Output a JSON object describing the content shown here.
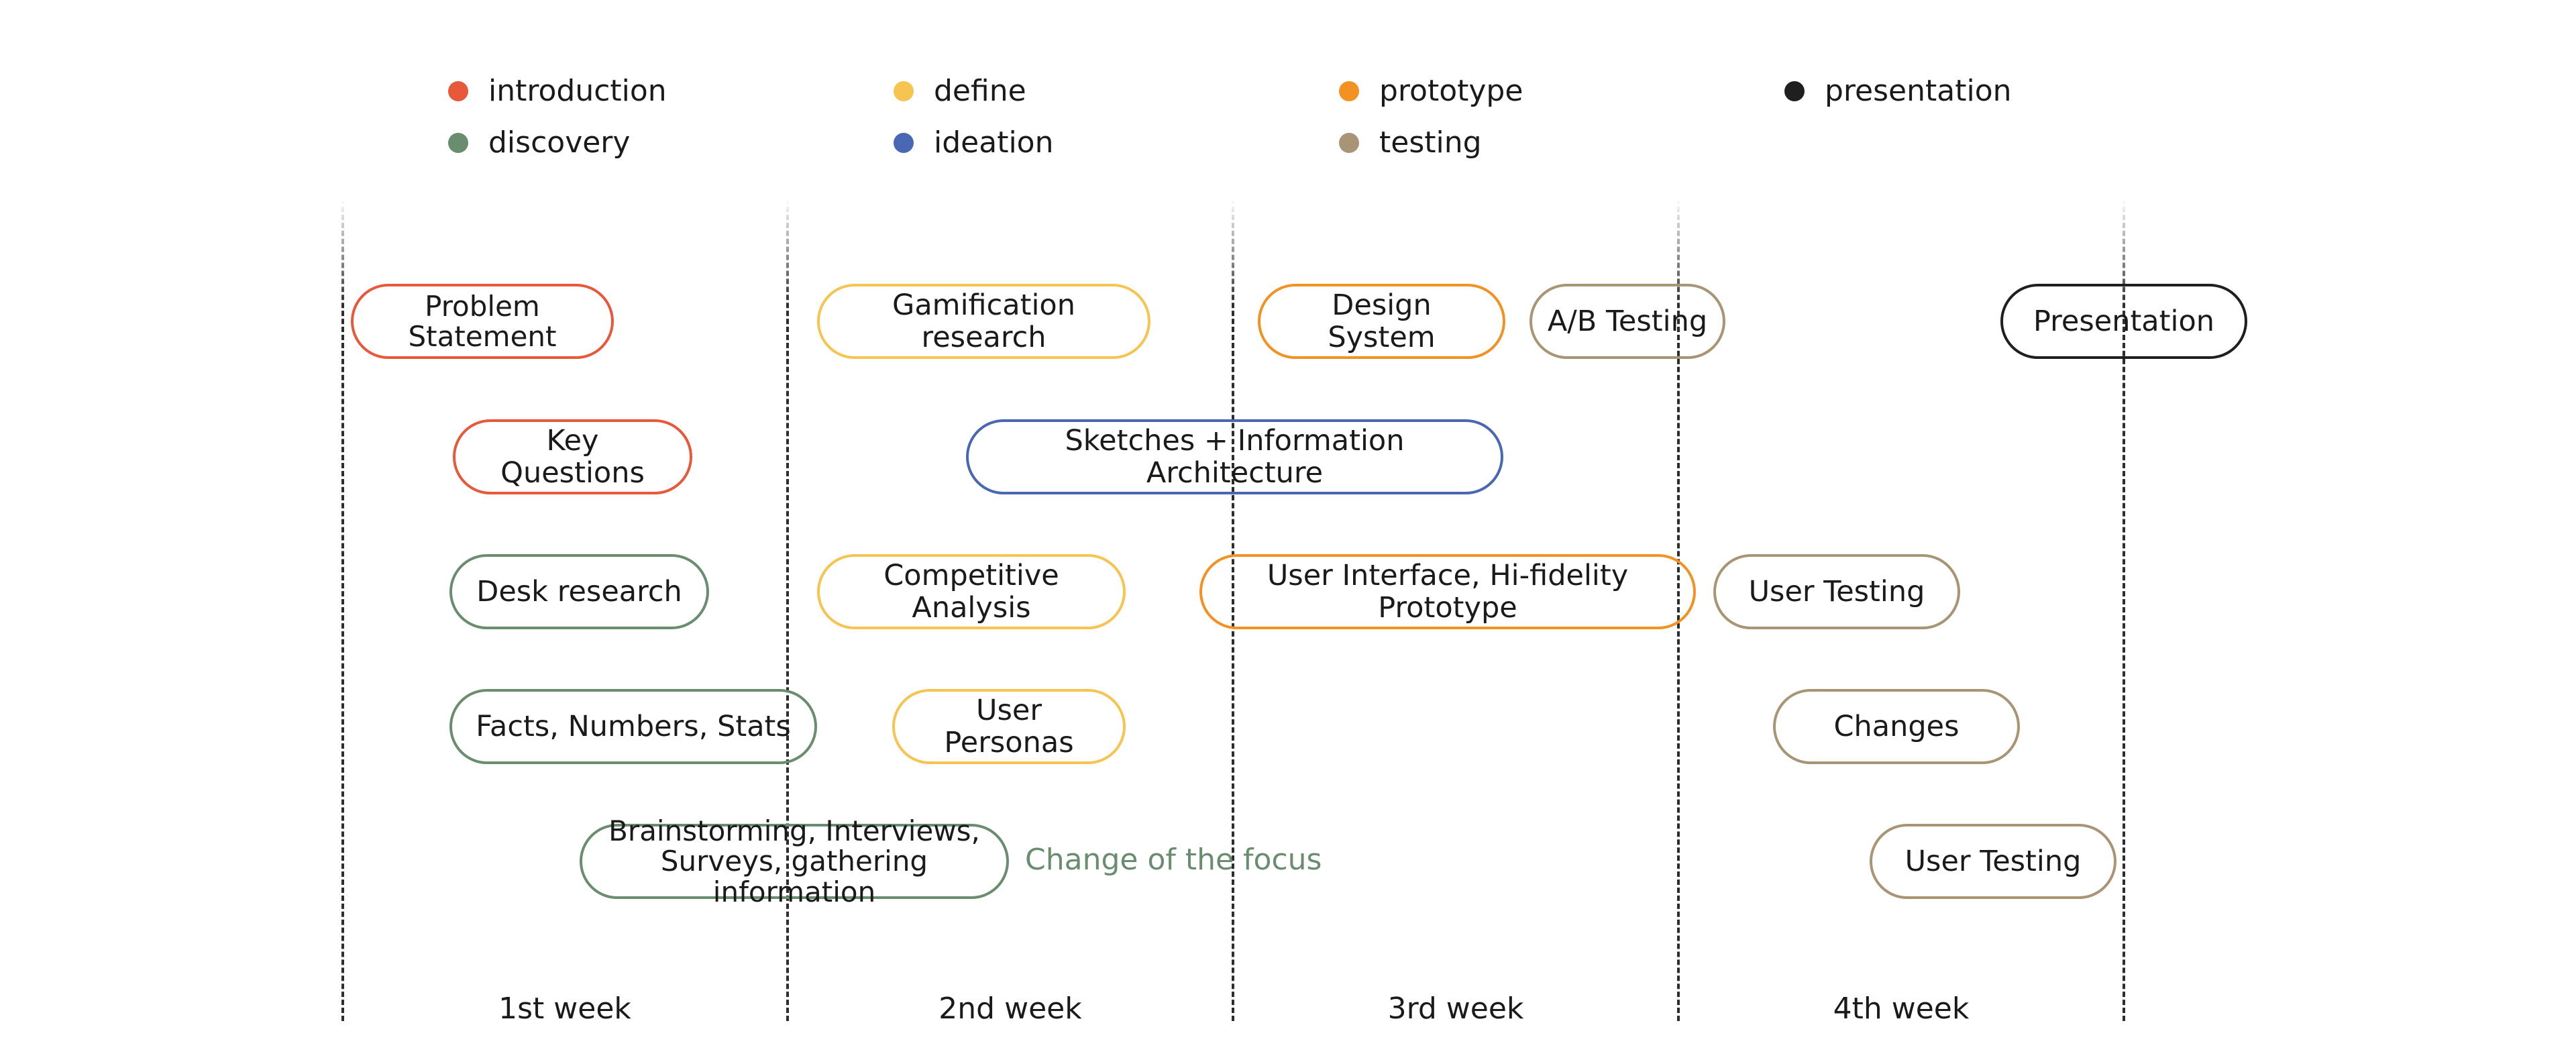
{
  "colors": {
    "introduction": "#e8583a",
    "discovery": "#6a8c6f",
    "define": "#f5c451",
    "ideation": "#4a67b3",
    "prototype": "#f29222",
    "testing": "#a79575",
    "presentation": "#1f1f1f"
  },
  "legend": [
    {
      "label": "introduction",
      "category": "introduction"
    },
    {
      "label": "discovery",
      "category": "discovery"
    },
    {
      "label": "define",
      "category": "define"
    },
    {
      "label": "ideation",
      "category": "ideation"
    },
    {
      "label": "prototype",
      "category": "prototype"
    },
    {
      "label": "testing",
      "category": "testing"
    },
    {
      "label": "presentation",
      "category": "presentation"
    }
  ],
  "weeks": [
    "1st week",
    "2nd week",
    "3rd week",
    "4th week"
  ],
  "tasks": [
    {
      "label": "Problem\nStatement",
      "category": "introduction"
    },
    {
      "label": "Key Questions",
      "category": "introduction"
    },
    {
      "label": "Desk research",
      "category": "discovery"
    },
    {
      "label": "Facts, Numbers, Stats",
      "category": "discovery"
    },
    {
      "label": "Brainstorming, Interviews,\nSurveys, gathering information",
      "category": "discovery"
    },
    {
      "label": "Gamification research",
      "category": "define"
    },
    {
      "label": "Competitive Analysis",
      "category": "define"
    },
    {
      "label": "User Personas",
      "category": "define"
    },
    {
      "label": "Sketches + Information Architecture",
      "category": "ideation"
    },
    {
      "label": "Design System",
      "category": "prototype"
    },
    {
      "label": "User Interface, Hi-fidelity Prototype",
      "category": "prototype"
    },
    {
      "label": "A/B Testing",
      "category": "testing"
    },
    {
      "label": "User Testing",
      "category": "testing"
    },
    {
      "label": "Changes",
      "category": "testing"
    },
    {
      "label": "User Testing",
      "category": "testing"
    },
    {
      "label": "Presentation",
      "category": "presentation"
    }
  ],
  "note": "Change of the focus"
}
